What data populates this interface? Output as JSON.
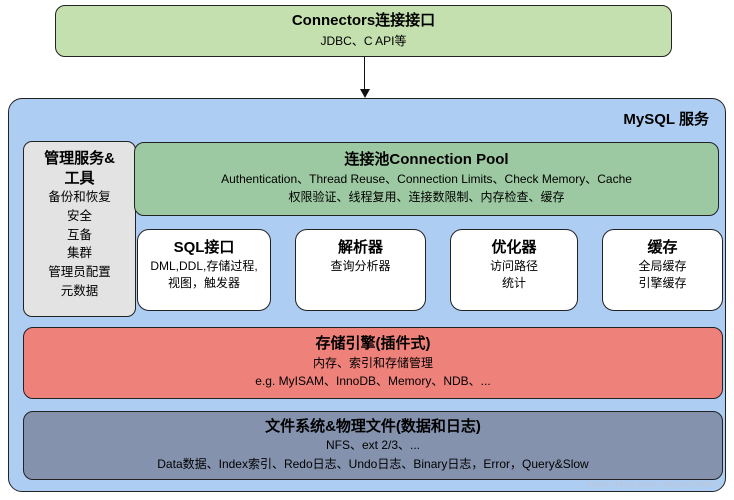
{
  "connectors": {
    "title": "Connectors连接接口",
    "subtitle": "JDBC、C API等"
  },
  "mysql_service": {
    "title": "MySQL 服务",
    "admin_panel": {
      "title_line1": "管理服务&",
      "title_line2": "工具",
      "items": [
        "备份和恢复",
        "安全",
        "互备",
        "集群",
        "管理员配置",
        "元数据"
      ]
    },
    "connection_pool": {
      "title": "连接池Connection Pool",
      "line1": "Authentication、Thread Reuse、Connection Limits、Check Memory、Cache",
      "line2": "权限验证、线程复用、连接数限制、内存检查、缓存"
    },
    "components": [
      {
        "title": "SQL接口",
        "line1": "DML,DDL,存储过程,",
        "line2": "视图，触发器"
      },
      {
        "title": "解析器",
        "line1": "查询分析器"
      },
      {
        "title": "优化器",
        "line1": "访问路径",
        "line2": "统计"
      },
      {
        "title": "缓存",
        "line1": "全局缓存",
        "line2": "引擎缓存"
      }
    ],
    "storage_engine": {
      "title": "存储引擎(插件式)",
      "line1": "内存、索引和存储管理",
      "line2": "e.g. MyISAM、InnoDB、Memory、NDB、..."
    },
    "file_system": {
      "title": "文件系统&物理文件(数据和日志)",
      "line1": "NFS、ext 2/3、...",
      "line2": "Data数据、Index索引、Redo日志、Undo日志、Binary日志，Error，Query&Slow"
    }
  },
  "watermark": "https://blog.csdn.net/sarafina52",
  "colors": {
    "green_light": "#c4e0ae",
    "green_mid": "#9cc9a1",
    "blue": "#aecdf3",
    "red": "#ef817b",
    "slate": "#8492ae",
    "gray": "#e3e3e3"
  }
}
